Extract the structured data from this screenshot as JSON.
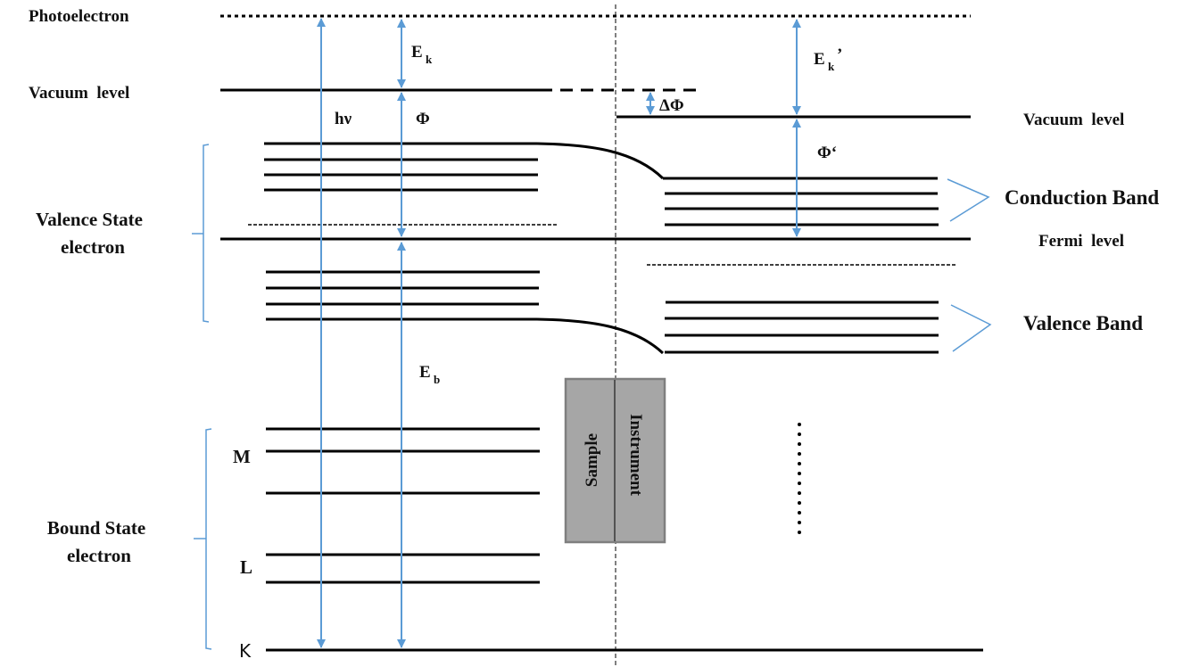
{
  "diagram": {
    "title": "XPS energy level diagram (sample / instrument)",
    "colors": {
      "line": "#000000",
      "arrow": "#5b9bd5",
      "box_fill": "#a6a6a6",
      "box_border": "#7f7f7f"
    },
    "labels": {
      "photoelectron": "Photoelectron",
      "vacuum_level_left": "Vacuum  level",
      "vacuum_level_right": "Vacuum  level",
      "fermi_level": "Fermi  level",
      "valence_state_1": "Valence State",
      "valence_state_2": "electron",
      "bound_state_1": "Bound State",
      "bound_state_2": "electron",
      "conduction_band": "Conduction Band",
      "valence_band": "Valence Band",
      "shell_m": "M",
      "shell_l": "L",
      "shell_k": "K",
      "hv": "hν",
      "phi": "Φ",
      "phi_prime": "Φʻ",
      "delta_phi": "ΔΦ",
      "ek": "E",
      "ek_sub": "k",
      "ek_prime": "E",
      "ek_prime_sub": "k",
      "ek_prime_mark": "’",
      "eb": "E",
      "eb_sub": "b",
      "sample": "Sample",
      "instrument": "Instrument"
    }
  }
}
